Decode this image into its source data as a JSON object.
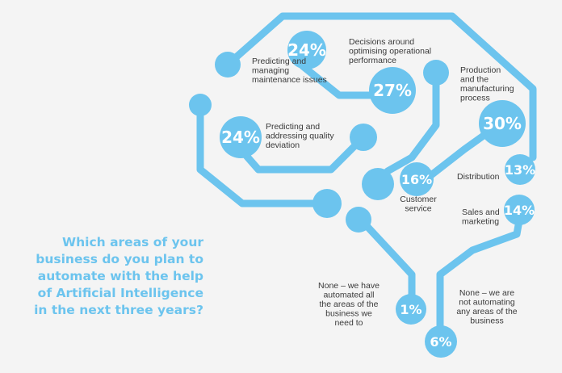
{
  "question": "Which areas of your business do you plan to automate with the help of Artificial Intelligence in the next three years?",
  "colors": {
    "accent": "#6cc4ee",
    "background": "#f4f4f4",
    "label_text": "#3a3a3a",
    "value_text": "#ffffff"
  },
  "chart_data": {
    "type": "bar",
    "title": "Which areas of your business do you plan to automate with the help of Artificial Intelligence in the next three years?",
    "unit": "%",
    "categories": [
      "Predicting and managing maintenance issues",
      "Decisions around optimising operational performance",
      "Predicting and addressing quality deviation",
      "Production and the manufacturing process",
      "Customer service",
      "Distribution",
      "Sales and marketing",
      "None – we have automated all the areas of the business we need to",
      "None – we are not automating any areas of the business"
    ],
    "values": [
      24,
      27,
      24,
      30,
      16,
      13,
      14,
      1,
      6
    ]
  }
}
